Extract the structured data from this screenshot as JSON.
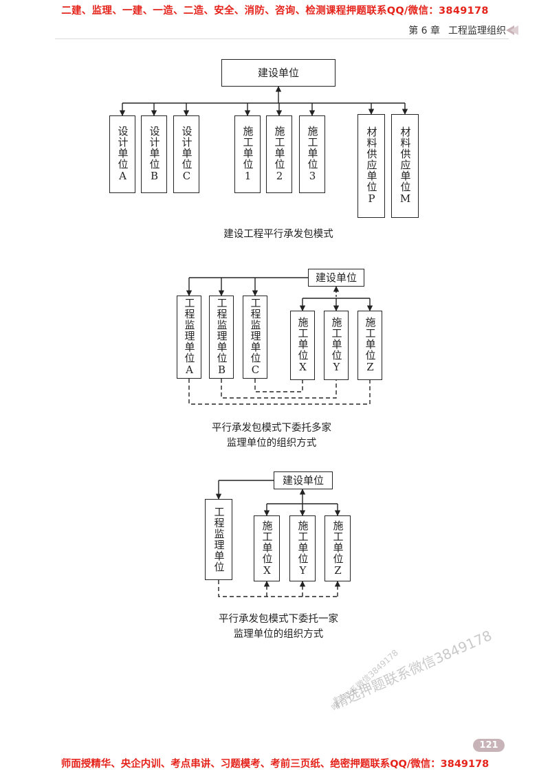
{
  "header": {
    "promo_top": "二建、监理、一建、一造、二造、安全、消防、咨询、检测课程押题联系QQ/微信：3849178",
    "chapter_no": "第 6 章",
    "chapter_title": "工程监理组织"
  },
  "diagram1": {
    "owner": "建设单位",
    "boxes": [
      "设计单位A",
      "设计单位B",
      "设计单位C",
      "施工单位1",
      "施工单位2",
      "施工单位3",
      "材料供应单位P",
      "材料供应单位M"
    ],
    "caption": "建设工程平行承发包模式"
  },
  "diagram2": {
    "owner": "建设单位",
    "supervisors": [
      "工程监理单位A",
      "工程监理单位B",
      "工程监理单位C"
    ],
    "contractors": [
      "施工单位X",
      "施工单位Y",
      "施工单位Z"
    ],
    "caption_line1": "平行承发包模式下委托多家",
    "caption_line2": "监理单位的组织方式"
  },
  "diagram3": {
    "owner": "建设单位",
    "supervisor": "工程监理单位",
    "contractors": [
      "施工单位X",
      "施工单位Y",
      "施工单位Z"
    ],
    "caption_line1": "平行承发包模式下委托一家",
    "caption_line2": "监理单位的组织方式"
  },
  "watermark": {
    "line1": "精选押题联系微信3849178",
    "line2": "唯一联系微信3849178"
  },
  "footer": {
    "page_number": "121",
    "promo_bottom": "师面授精华、央企内训、考点串讲、习题模考、考前三页纸、绝密押题联系QQ/微信：3849178"
  },
  "colors": {
    "promo": "#e5231b",
    "page_badge": "#c7b3b8"
  }
}
